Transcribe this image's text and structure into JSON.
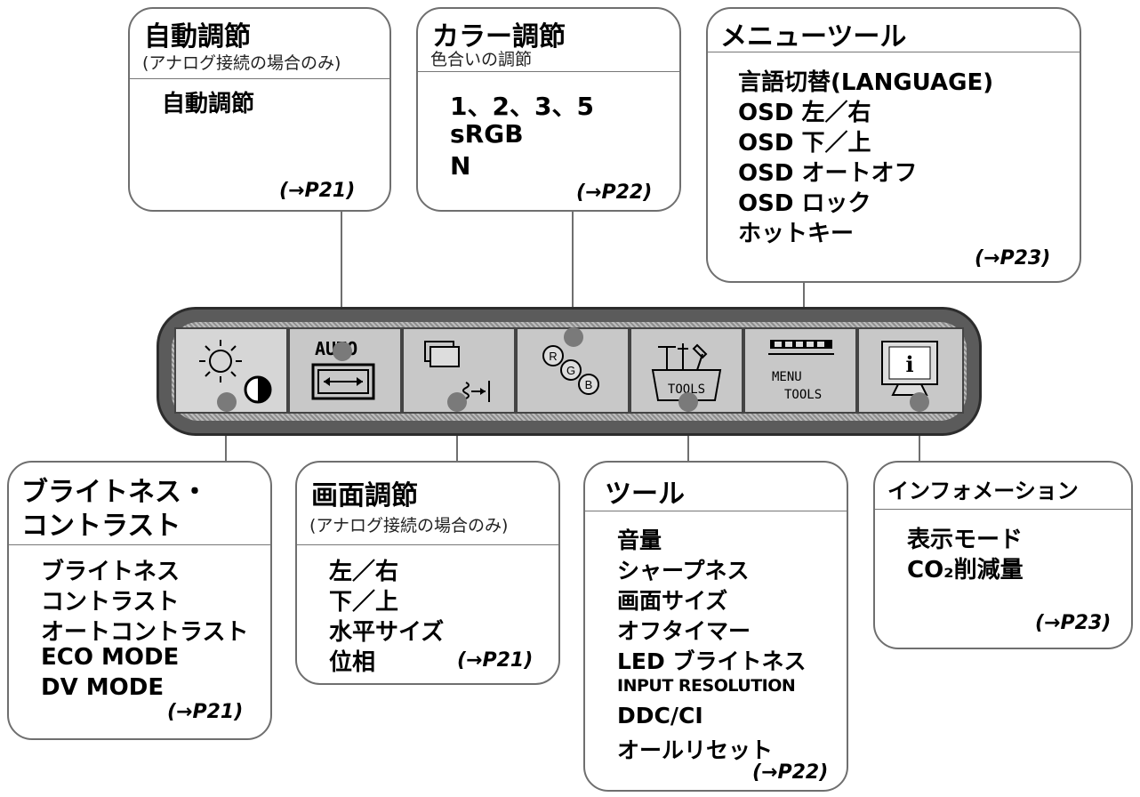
{
  "boxes": {
    "auto": {
      "title": "自動調節",
      "subtitle": "(アナログ接続の場合のみ)",
      "items": [
        "自動調節"
      ],
      "ref": "(→P21)"
    },
    "color": {
      "title": "カラー調節",
      "subtitle": "色合いの調節",
      "items": [
        "1、2、3、5",
        "sRGB",
        "N"
      ],
      "ref": "(→P22)"
    },
    "menu": {
      "title": "メニューツール",
      "items": [
        "言語切替(LANGUAGE)",
        "OSD 左／右",
        "OSD 下／上",
        "OSD オートオフ",
        "OSD ロック",
        "ホットキー"
      ],
      "ref": "(→P23)"
    },
    "brightness": {
      "title_lines": [
        "ブライトネス・",
        "コントラスト"
      ],
      "items": [
        "ブライトネス",
        "コントラスト",
        "オートコントラスト",
        "ECO MODE",
        "DV MODE"
      ],
      "ref": "(→P21)"
    },
    "screen": {
      "title": "画面調節",
      "subtitle": "(アナログ接続の場合のみ)",
      "items": [
        "左／右",
        "下／上",
        "水平サイズ",
        "位相"
      ],
      "ref": "(→P21)"
    },
    "tools": {
      "title": "ツール",
      "items": [
        "音量",
        "シャープネス",
        "画面サイズ",
        "オフタイマー",
        "LED ブライトネス",
        "INPUT RESOLUTION",
        "DDC/CI",
        "オールリセット"
      ],
      "ref": "(→P22)"
    },
    "info": {
      "title": "インフォメーション",
      "items": [
        "表示モード",
        "CO₂削減量"
      ],
      "ref": "(→P23)"
    }
  },
  "icons": {
    "auto_label": "AUTO",
    "rgb": [
      "R",
      "G",
      "B"
    ],
    "tools_label": "TOOLS",
    "menu_label": "MENU",
    "menu_tools_label": "TOOLS",
    "info_label": "i"
  }
}
